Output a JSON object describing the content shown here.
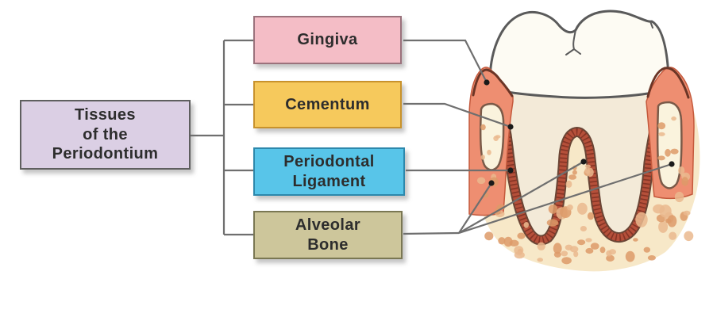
{
  "diagram": {
    "root": {
      "label": "Tissues\nof the\nPeriodontium"
    },
    "nodes": [
      {
        "id": "gingiva",
        "label": "Gingiva"
      },
      {
        "id": "cementum",
        "label": "Cementum"
      },
      {
        "id": "periodontal-ligament",
        "label": "Periodontal\nLigament"
      },
      {
        "id": "alveolar-bone",
        "label": "Alveolar\nBone"
      }
    ],
    "illustration": "tooth-periodontium-cross-section"
  },
  "colors": {
    "text_color": "#2d2d2d",
    "line_color": "#6f6f6f",
    "root_fill": "#dbcfe4",
    "root_border": "#5f5f5f",
    "gingiva_fill": "#f4bdc6",
    "gingiva_border": "#9b727c",
    "cementum_fill": "#f6c95c",
    "cementum_border": "#c8922c",
    "ligament_fill": "#58c5e9",
    "ligament_border": "#2d88ac",
    "bone_fill": "#cdc69b",
    "bone_border": "#7a7753",
    "bone_tissue": "#f7e8c8",
    "trabecula_dark": "#dd9a68",
    "trabecula_light": "#eab98e",
    "gum_fill": "#ee8e71",
    "gum_edge": "#c4593c",
    "gum_crest": "#6b3526",
    "pdl_red": "#b5503a",
    "pdl_dark_edge": "#6a4535",
    "crown_fill": "#fdfbf3",
    "root_cream": "#f3ead8",
    "marrow_fill": "#faf3dd",
    "marrow_edge": "#7a5a48",
    "outline_gray": "#5a5a5a"
  }
}
